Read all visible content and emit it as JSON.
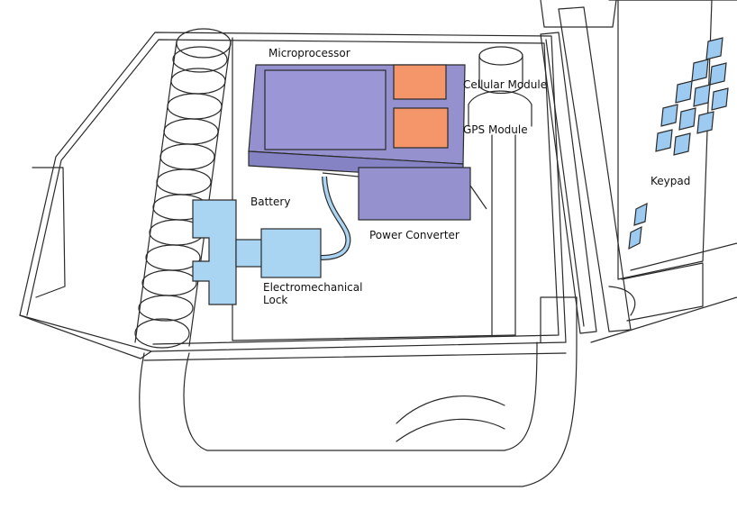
{
  "labels": {
    "microprocessor": "Microprocessor",
    "cellular_module": "Cellular Module",
    "gps_module": "GPS Module",
    "battery": "Battery",
    "power_converter": "Power Converter",
    "electromechanical_lock_line1": "Electromechanical",
    "electromechanical_lock_line2": "Lock",
    "keypad": "Keypad"
  },
  "colors": {
    "purple": "#9591cf",
    "orange": "#f4956a",
    "light_blue": "#a9d4f2",
    "key_blue": "#9ccaf0",
    "outline": "#2a2a2a",
    "background": "#ffffff"
  }
}
